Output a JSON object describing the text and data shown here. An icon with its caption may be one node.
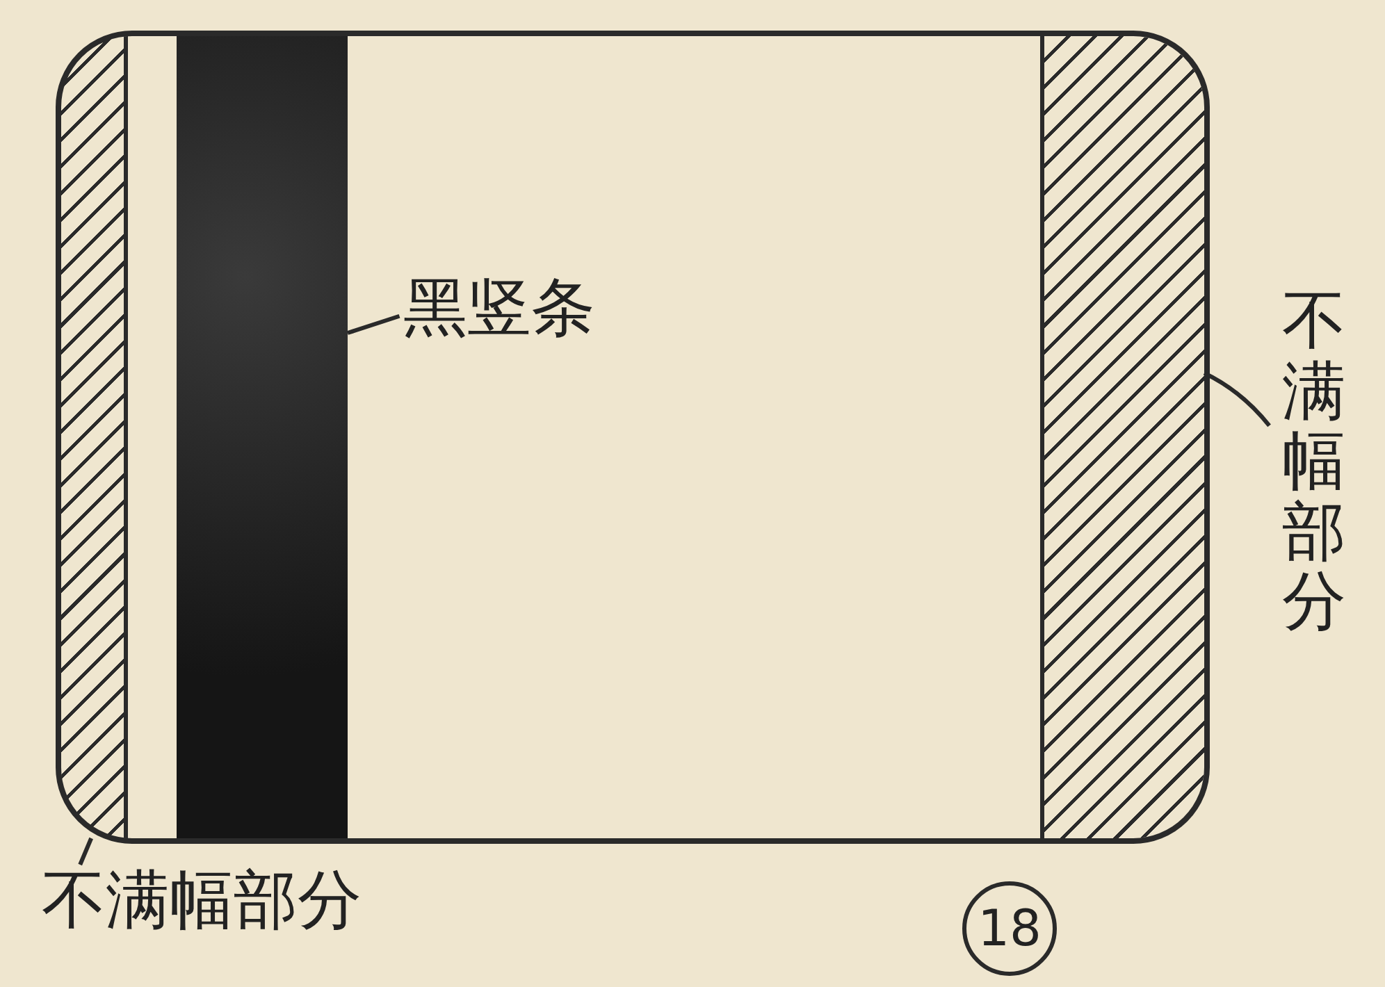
{
  "diagram": {
    "nodes": [
      {
        "text": [],
        "shape": "bar"
      },
      {
        "text": [],
        "shape": "bar"
      },
      {
        "text": [],
        "shape": "bar"
      },
      {
        "text": [
          "黑竖条"
        ]
      },
      {
        "text": [
          "不满幅部分"
        ]
      },
      {
        "text": [
          "不满幅部分"
        ]
      }
    ],
    "edges": [
      {
        "from": 3,
        "to": 1,
        "arrow": "none"
      },
      {
        "from": 4,
        "to": 2,
        "arrow": "none"
      },
      {
        "from": 5,
        "to": 0,
        "arrow": "none"
      }
    ],
    "labels": [
      "18"
    ]
  }
}
